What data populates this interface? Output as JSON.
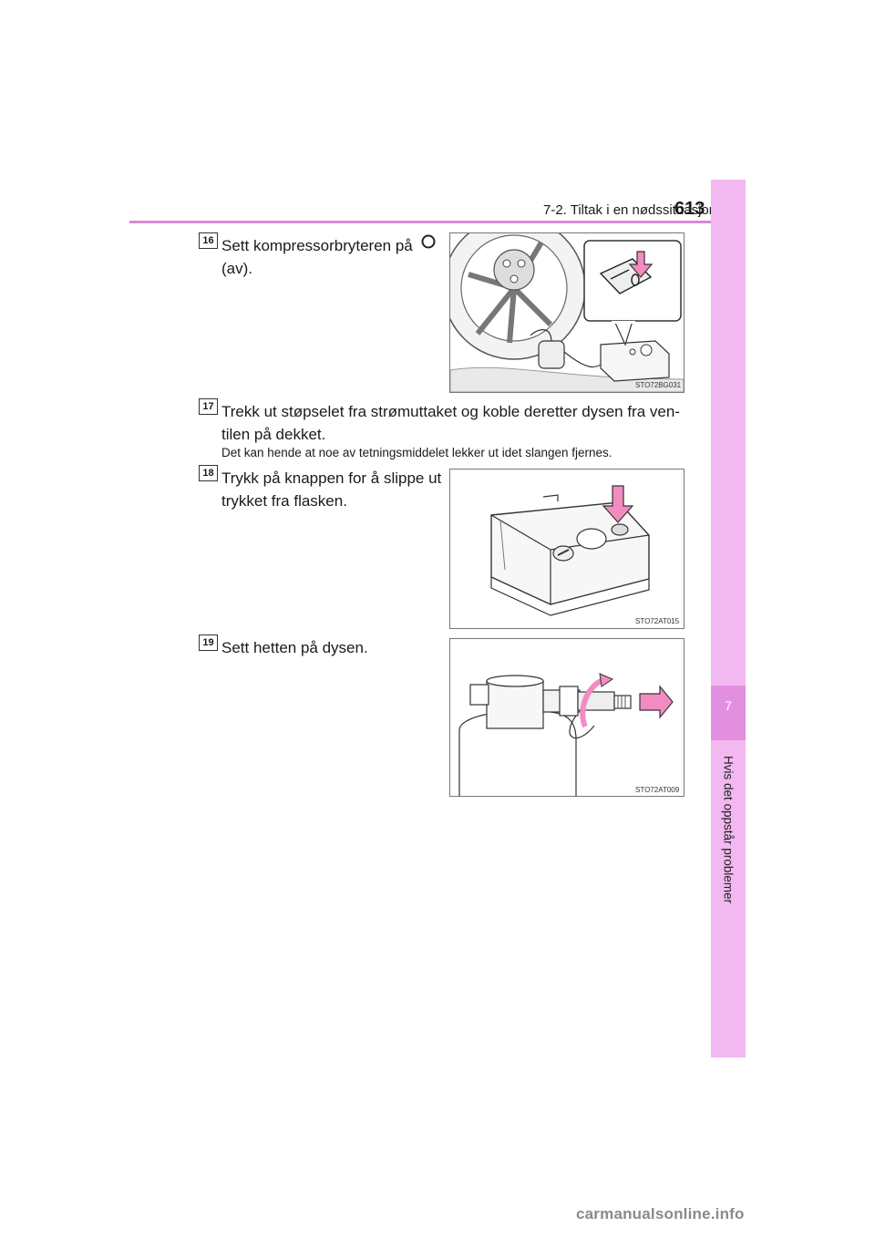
{
  "header": {
    "section_title": "7-2. Tiltak i en nødssituasjon",
    "page_number": "613"
  },
  "side_tab": {
    "chapter_number": "7",
    "chapter_title": "Hvis det oppstår problemer"
  },
  "steps": [
    {
      "number": "16",
      "text_line1": "Sett kompressorbryteren på",
      "text_line2": "(av).",
      "symbol_icon": "off-circle-icon",
      "figure_code": "STO72BG031"
    },
    {
      "number": "17",
      "text_line1": "Trekk ut støpselet fra strømuttaket og koble deretter dysen fra ven-",
      "text_line2": "tilen på dekket.",
      "note": "Det kan hende at noe av tetningsmiddelet lekker ut idet slangen fjernes."
    },
    {
      "number": "18",
      "text_line1": "Trykk på knappen for å slippe ut",
      "text_line2": "trykket fra flasken.",
      "figure_code": "STO72AT015"
    },
    {
      "number": "19",
      "text_line1": "Sett hetten på dysen.",
      "figure_code": "STO72AT009"
    }
  ],
  "accent_colors": {
    "tab": "#f2b8f0",
    "tab_dark": "#e28fe0",
    "rule": "#d98ad6",
    "arrow": "#f28cc0"
  },
  "watermark": "carmanualsonline.info"
}
